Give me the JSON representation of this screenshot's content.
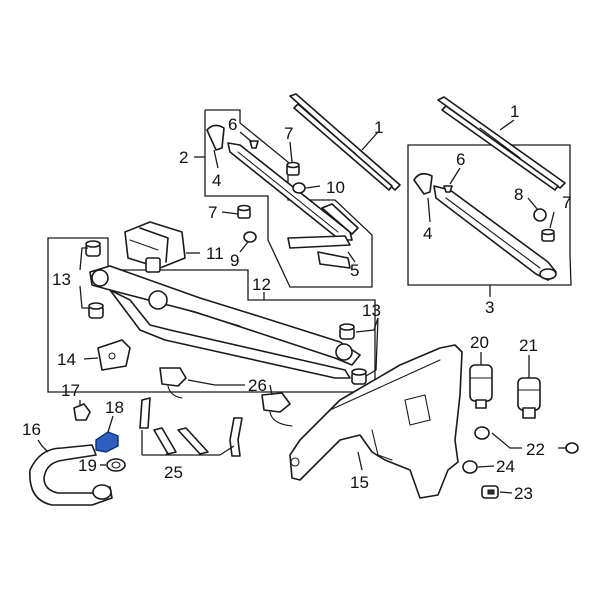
{
  "diagram": {
    "highlight_color": "#2f5fc0",
    "line_color": "#1a1a1a",
    "callouts": [
      {
        "id": "c1a",
        "label": "1"
      },
      {
        "id": "c1b",
        "label": "1"
      },
      {
        "id": "c2",
        "label": "2"
      },
      {
        "id": "c3",
        "label": "3"
      },
      {
        "id": "c4a",
        "label": "4"
      },
      {
        "id": "c4b",
        "label": "4"
      },
      {
        "id": "c5",
        "label": "5"
      },
      {
        "id": "c6a",
        "label": "6"
      },
      {
        "id": "c6b",
        "label": "6"
      },
      {
        "id": "c7a",
        "label": "7"
      },
      {
        "id": "c7b",
        "label": "7"
      },
      {
        "id": "c7c",
        "label": "7"
      },
      {
        "id": "c8",
        "label": "8"
      },
      {
        "id": "c9",
        "label": "9"
      },
      {
        "id": "c10",
        "label": "10"
      },
      {
        "id": "c11",
        "label": "11"
      },
      {
        "id": "c12",
        "label": "12"
      },
      {
        "id": "c13a",
        "label": "13"
      },
      {
        "id": "c13b",
        "label": "13"
      },
      {
        "id": "c14",
        "label": "14"
      },
      {
        "id": "c15",
        "label": "15"
      },
      {
        "id": "c16",
        "label": "16"
      },
      {
        "id": "c17",
        "label": "17"
      },
      {
        "id": "c18",
        "label": "18"
      },
      {
        "id": "c19",
        "label": "19"
      },
      {
        "id": "c20",
        "label": "20"
      },
      {
        "id": "c21",
        "label": "21"
      },
      {
        "id": "c22",
        "label": "22"
      },
      {
        "id": "c23",
        "label": "23"
      },
      {
        "id": "c24",
        "label": "24"
      },
      {
        "id": "c25",
        "label": "25"
      },
      {
        "id": "c26",
        "label": "26"
      }
    ]
  }
}
